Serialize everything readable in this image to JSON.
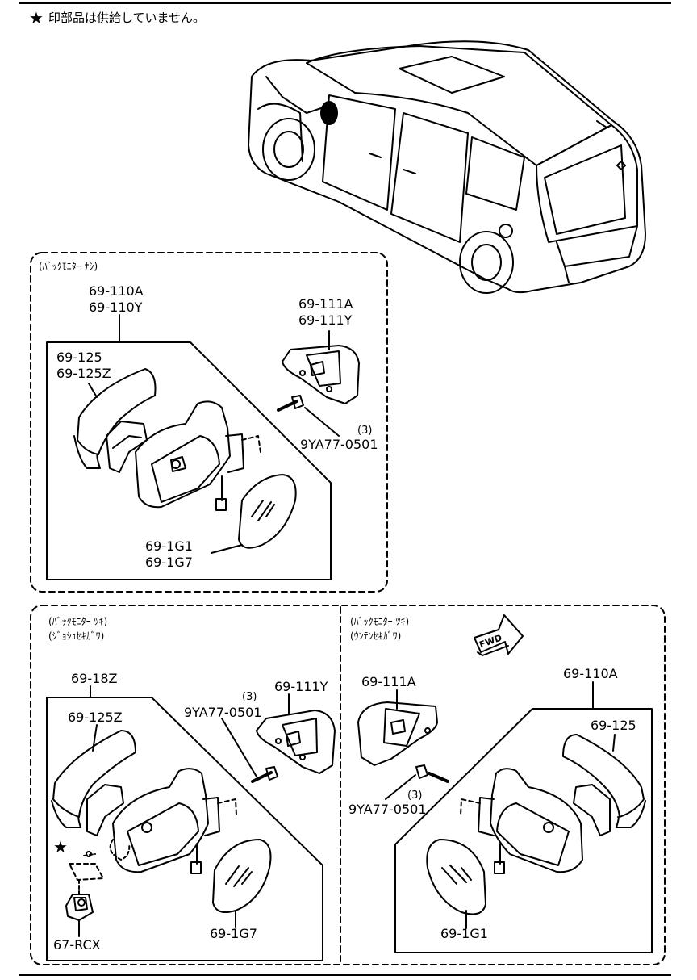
{
  "note": {
    "symbol": "★",
    "text": "印部品は供給していません。"
  },
  "sections": {
    "no_monitor": {
      "title": "(ﾊﾞｯｸﾓﾆﾀｰ ﾅｼ)"
    },
    "monitor_passenger": {
      "title_1": "(ﾊﾞｯｸﾓﾆﾀｰ ﾂｷ)",
      "title_2": "(ｼﾞｮｼｭｾｷｶﾞﾜ)"
    },
    "monitor_driver": {
      "title_1": "(ﾊﾞｯｸﾓﾆﾀｰ ﾂｷ)",
      "title_2": "(ｳﾝﾃﾝｾｷｶﾞﾜ)"
    }
  },
  "labels": {
    "a_110a": "69-110A",
    "a_110y": "69-110Y",
    "a_111a": "69-111A",
    "a_111y": "69-111Y",
    "a_125": "69-125",
    "a_125z": "69-125Z",
    "a_qty": "(3)",
    "a_bolt": "9YA77-0501",
    "a_1g1": "69-1G1",
    "a_1g7": "69-1G7",
    "b_18z": "69-18Z",
    "b_125z": "69-125Z",
    "b_qty": "(3)",
    "b_bolt": "9YA77-0501",
    "b_111y": "69-111Y",
    "b_1g7": "69-1G7",
    "b_rcx": "67-RCX",
    "c_111a": "69-111A",
    "c_110a": "69-110A",
    "c_125": "69-125",
    "c_qty": "(3)",
    "c_bolt": "9YA77-0501",
    "c_1g1": "69-1G1",
    "fwd": "FWD"
  }
}
